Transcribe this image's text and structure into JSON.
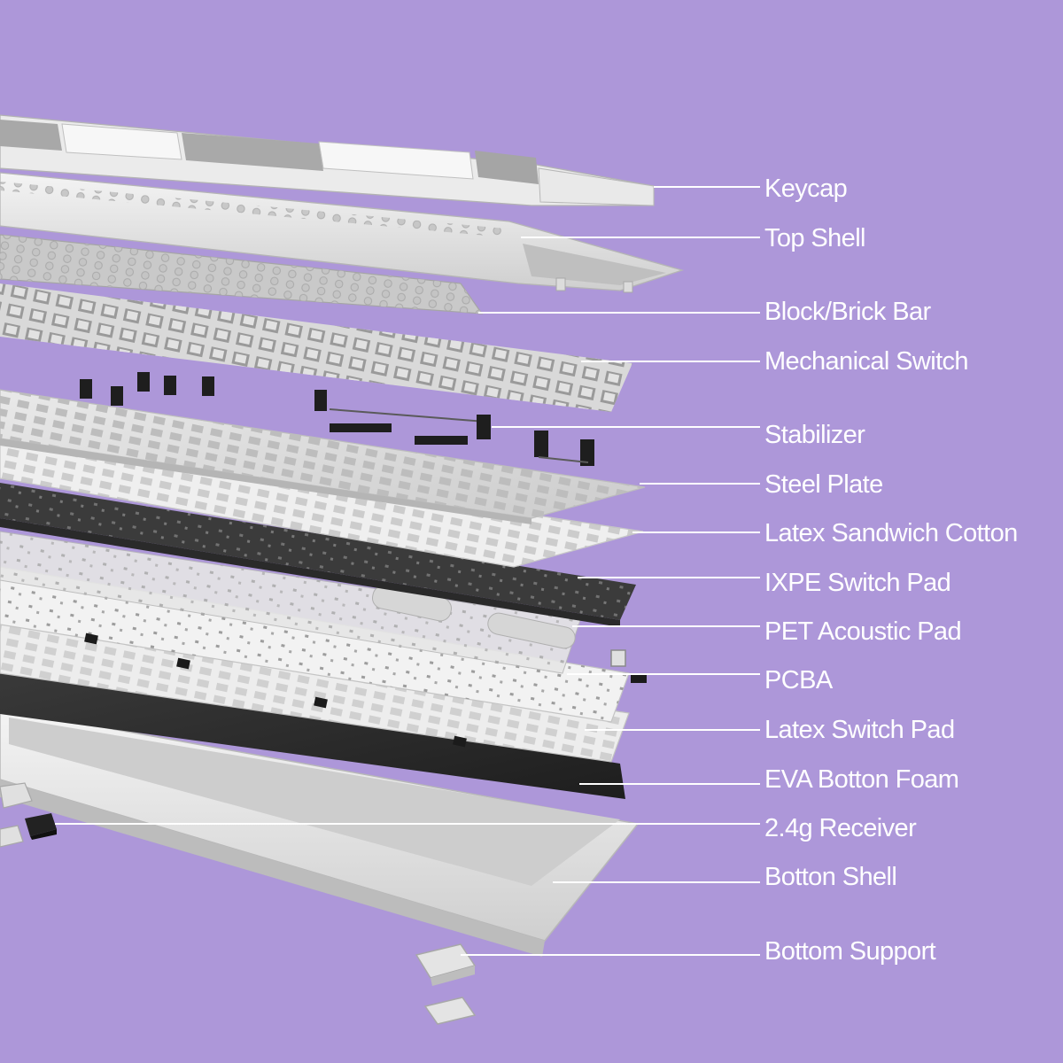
{
  "diagram": {
    "background": "#ad97d9",
    "line_color": "#ffffff",
    "components": [
      {
        "id": "keycap",
        "label": "Keycap"
      },
      {
        "id": "top-shell",
        "label": "Top Shell"
      },
      {
        "id": "block-brick-bar",
        "label": "Block/Brick Bar"
      },
      {
        "id": "mechanical-switch",
        "label": "Mechanical Switch"
      },
      {
        "id": "stabilizer",
        "label": "Stabilizer"
      },
      {
        "id": "steel-plate",
        "label": "Steel Plate"
      },
      {
        "id": "latex-sandwich-cotton",
        "label": "Latex Sandwich Cotton"
      },
      {
        "id": "ixpe-switch-pad",
        "label": "IXPE Switch Pad"
      },
      {
        "id": "pet-acoustic-pad",
        "label": "PET Acoustic Pad"
      },
      {
        "id": "pcba",
        "label": "PCBA"
      },
      {
        "id": "latex-switch-pad",
        "label": "Latex Switch Pad"
      },
      {
        "id": "eva-botton-foam",
        "label": "EVA Botton Foam"
      },
      {
        "id": "receiver",
        "label": "2.4g Receiver"
      },
      {
        "id": "botton-shell",
        "label": "Botton Shell"
      },
      {
        "id": "bottom-support",
        "label": "Bottom Support"
      }
    ]
  }
}
